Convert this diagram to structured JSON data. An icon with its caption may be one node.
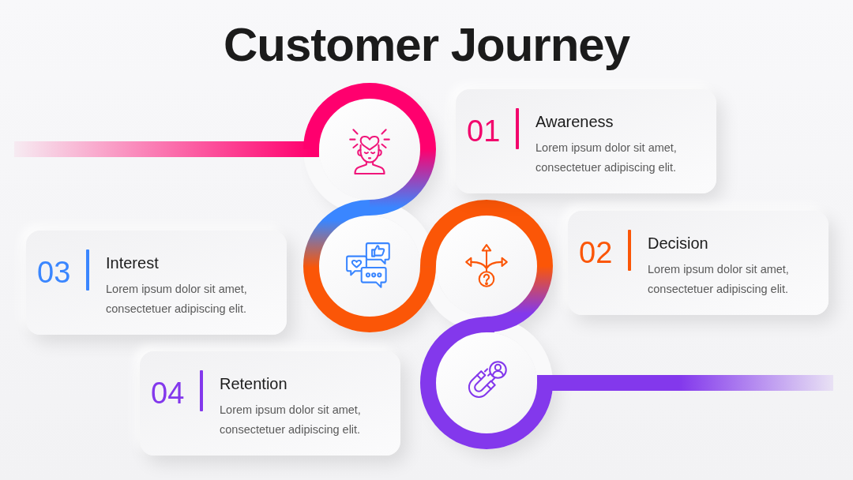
{
  "diagram": {
    "title": "Customer Journey",
    "nodes": [
      {
        "text": [],
        "shape": "circle"
      },
      {
        "text": [
          "01",
          "Awareness",
          "Lorem ipsum dolor sit amet, consectetuer adipiscing elit."
        ]
      },
      {
        "text": [
          "03",
          "Interest",
          "Lorem ipsum dolor sit amet, consectetuer adipiscing elit."
        ]
      },
      {
        "text": [],
        "shape": "circle"
      },
      {
        "text": [],
        "shape": "circle"
      },
      {
        "text": [
          "02",
          "Decision",
          "Lorem ipsum dolor sit amet, consectetuer adipiscing elit."
        ]
      },
      {
        "text": [
          "04",
          "Retention",
          "Lorem ipsum dolor sit amet, consectetuer adipiscing elit."
        ]
      },
      {
        "text": [],
        "shape": "circle"
      }
    ],
    "edges": [
      {
        "from": null,
        "to": 0,
        "arrow": "none",
        "color": "#ff006e"
      },
      {
        "from": 0,
        "to": 3,
        "arrow": "none",
        "color": "#ff006e"
      },
      {
        "from": 3,
        "to": 4,
        "arrow": "none",
        "color": "#3a86ff"
      },
      {
        "from": 4,
        "to": 7,
        "arrow": "none",
        "color": "#fb5607"
      },
      {
        "from": 7,
        "to": null,
        "arrow": "none",
        "color": "#8338ec"
      }
    ]
  }
}
